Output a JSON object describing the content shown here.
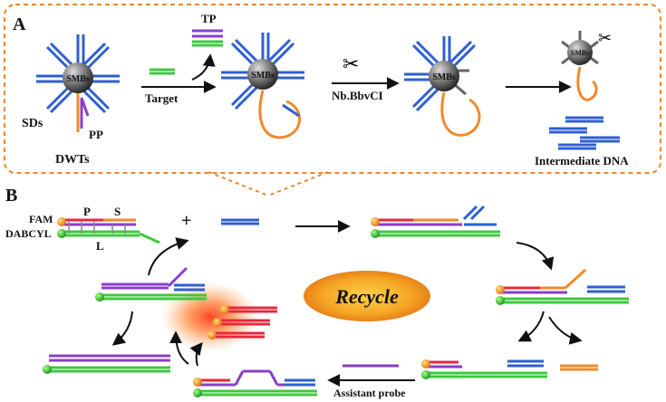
{
  "panel_a": {
    "letter": "A",
    "sds": "SDs",
    "pp": "PP",
    "dwts": "DWTs",
    "tp": "TP",
    "smbs": "SMBs",
    "target": "Target",
    "enzyme": "Nb.BbvCI",
    "intermediate": "Intermediate DNA"
  },
  "panel_b": {
    "letter": "B",
    "fam": "FAM",
    "dabcyl": "DABCYL",
    "p": "P",
    "s": "S",
    "l": "L",
    "plus": "+",
    "recycle": "Recycle",
    "assistant": "Assistant probe"
  },
  "colors": {
    "blue": "#2f5fd0",
    "orange": "#f08a2a",
    "green": "#3ec83e",
    "purple": "#8a3ec8",
    "red": "#e8283c",
    "frame": "#f0852a"
  }
}
